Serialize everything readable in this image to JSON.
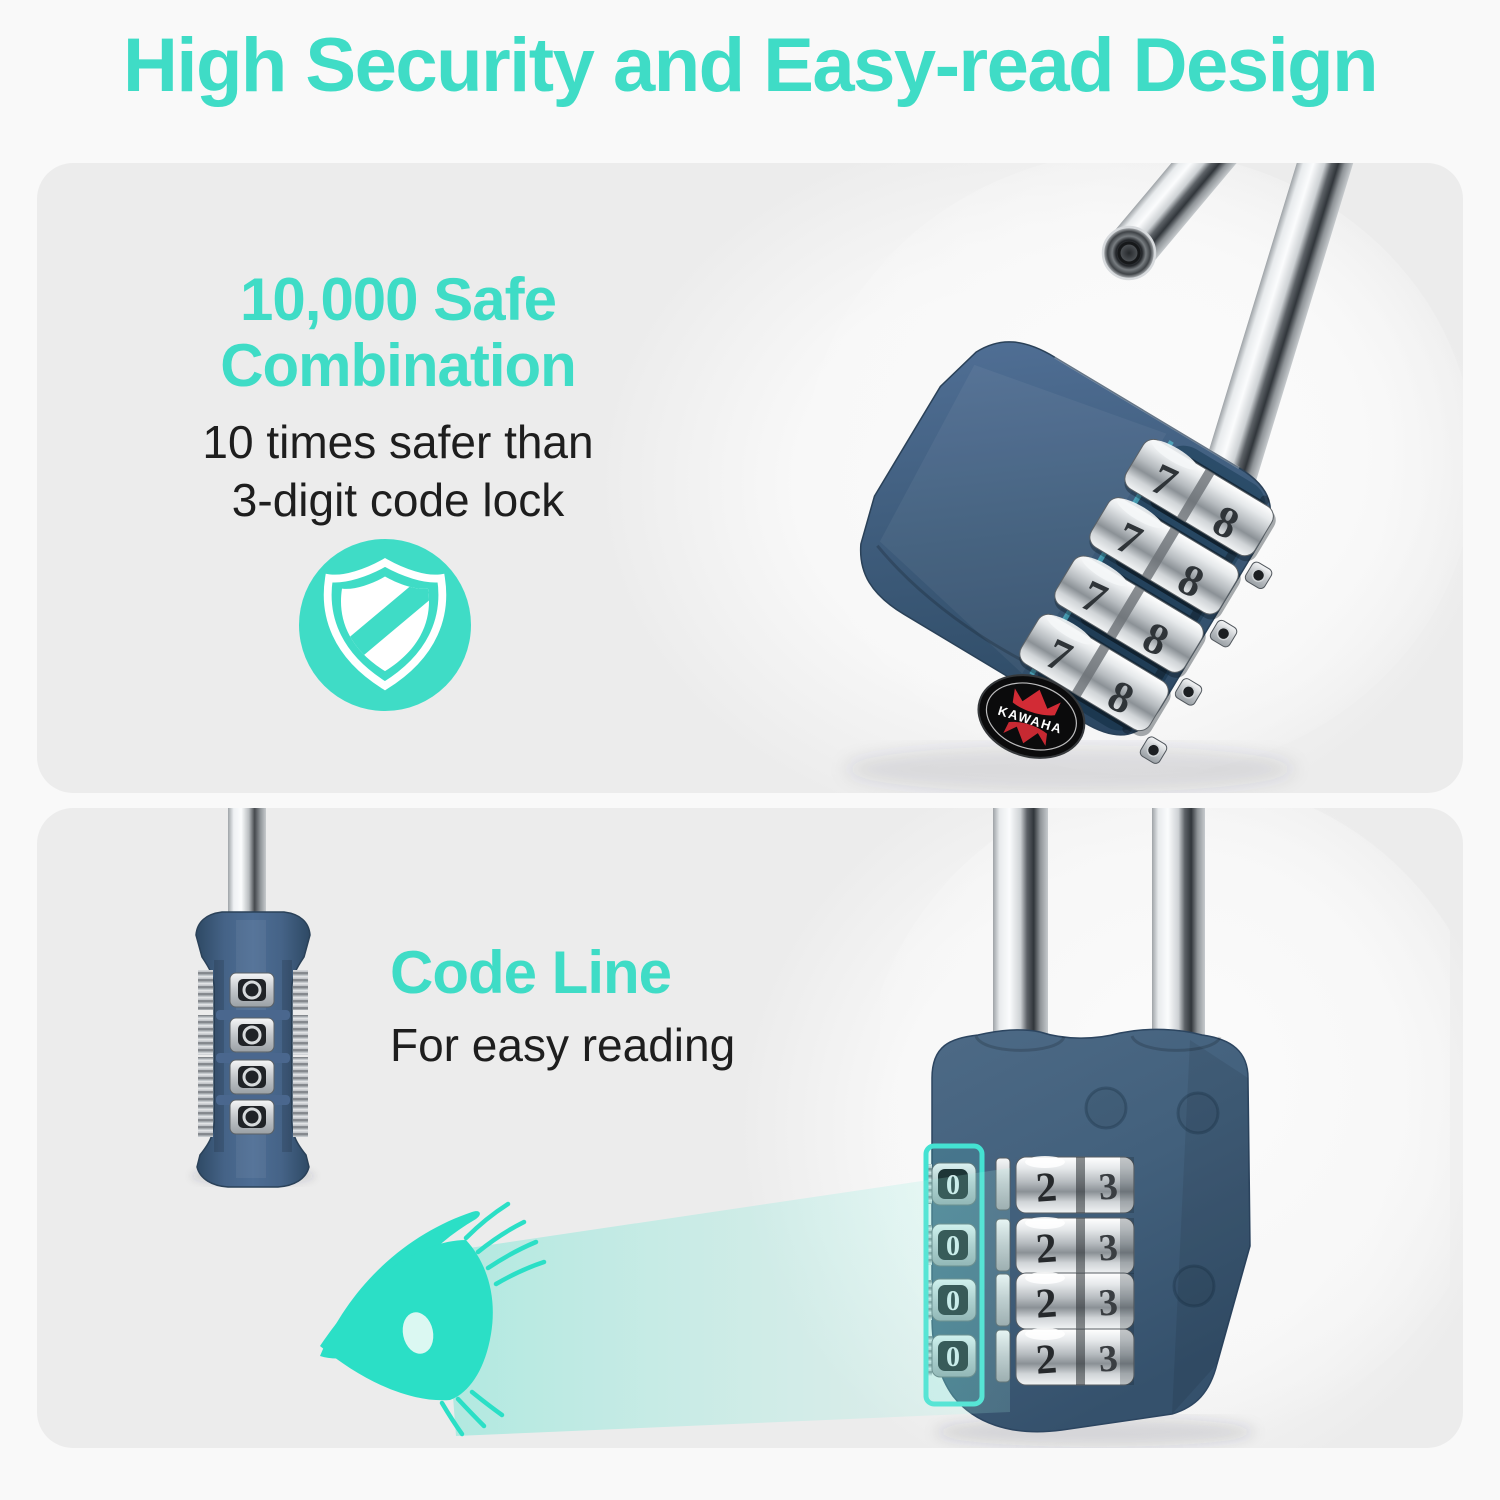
{
  "colors": {
    "teal": "#3FDCC6",
    "teal_eye": "#2BDFC6",
    "teal_box": "#44E2D2",
    "page_bg": "#f9f9f9",
    "panel_bg": "#ececec",
    "text_dark": "#1e1e1e",
    "lock_blue": "#405E7E",
    "logo_red": "#D22B35",
    "chrome": "#C9CDD1"
  },
  "title": "High Security and Easy-read Design",
  "top_panel": {
    "heading_line1": "10,000 Safe",
    "heading_line2": "Combination",
    "sub_line1": "10 times safer than",
    "sub_line2": "3-digit code lock",
    "icon": "shield-icon",
    "lock": {
      "brand": "KAWAHA",
      "dial_count": 4,
      "left_digit": "7",
      "right_digit": "8"
    }
  },
  "bottom_panel": {
    "heading": "Code Line",
    "sub": "For easy reading",
    "icon": "eye-icon",
    "lock": {
      "dial_count": 4,
      "code_digit": "0",
      "left_digit": "2",
      "right_digit": "3"
    }
  }
}
